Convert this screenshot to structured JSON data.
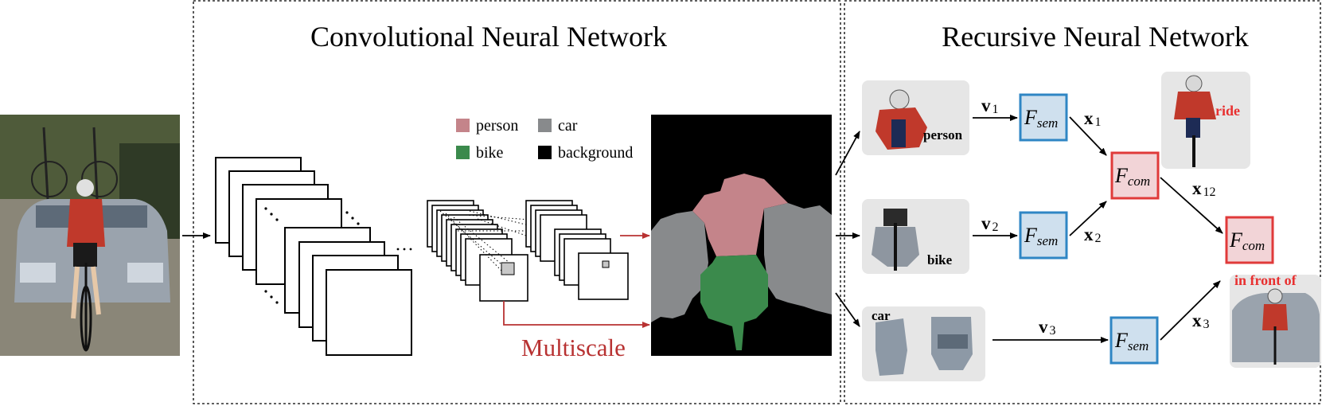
{
  "titles": {
    "cnn": "Convolutional Neural Network",
    "rnn": "Recursive Neural Network"
  },
  "legend": {
    "person": "person",
    "car": "car",
    "bike": "bike",
    "background": "background"
  },
  "multiscale_label": "Multiscale",
  "objects": {
    "person": "person",
    "bike": "bike",
    "car": "car"
  },
  "vectors": {
    "v1_base": "v",
    "v1_sub": "1",
    "v2_base": "v",
    "v2_sub": "2",
    "v3_base": "v",
    "v3_sub": "3",
    "x1_base": "x",
    "x1_sub": "1",
    "x2_base": "x",
    "x2_sub": "2",
    "x3_base": "x",
    "x3_sub": "3",
    "x12_base": "x",
    "x12_sub": "12"
  },
  "functions": {
    "F": "F",
    "sem": "sem",
    "com": "com"
  },
  "relations": {
    "ride": "ride",
    "in_front_of": "in front of"
  },
  "colors": {
    "person": "#c4848a",
    "car": "#888a8c",
    "bike": "#3b8a4c",
    "background": "#000000",
    "fsem_border": "#2f86c4",
    "fsem_fill": "#cfe0ee",
    "fcom_border": "#e03a3a",
    "fcom_fill": "#f2d4d7",
    "relation_text": "#e83030",
    "multiscale": "#b83232"
  }
}
